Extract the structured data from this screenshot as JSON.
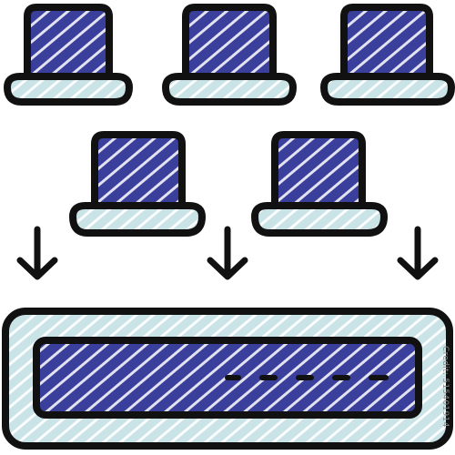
{
  "icon": {
    "name": "hats-to-slot",
    "hat_count": 5,
    "arrow_count": 3,
    "slot_dashes": 5
  },
  "colors": {
    "outline": "#111111",
    "hat_crown": "#3a3f9c",
    "hat_brim": "#c9e3e6",
    "slot_frame": "#c9e3e6",
    "slot_inner": "#3a3f9c",
    "hatch": "#ffffff",
    "background": "#ffffff"
  },
  "watermark": {
    "text": "Credit: 515401914"
  }
}
